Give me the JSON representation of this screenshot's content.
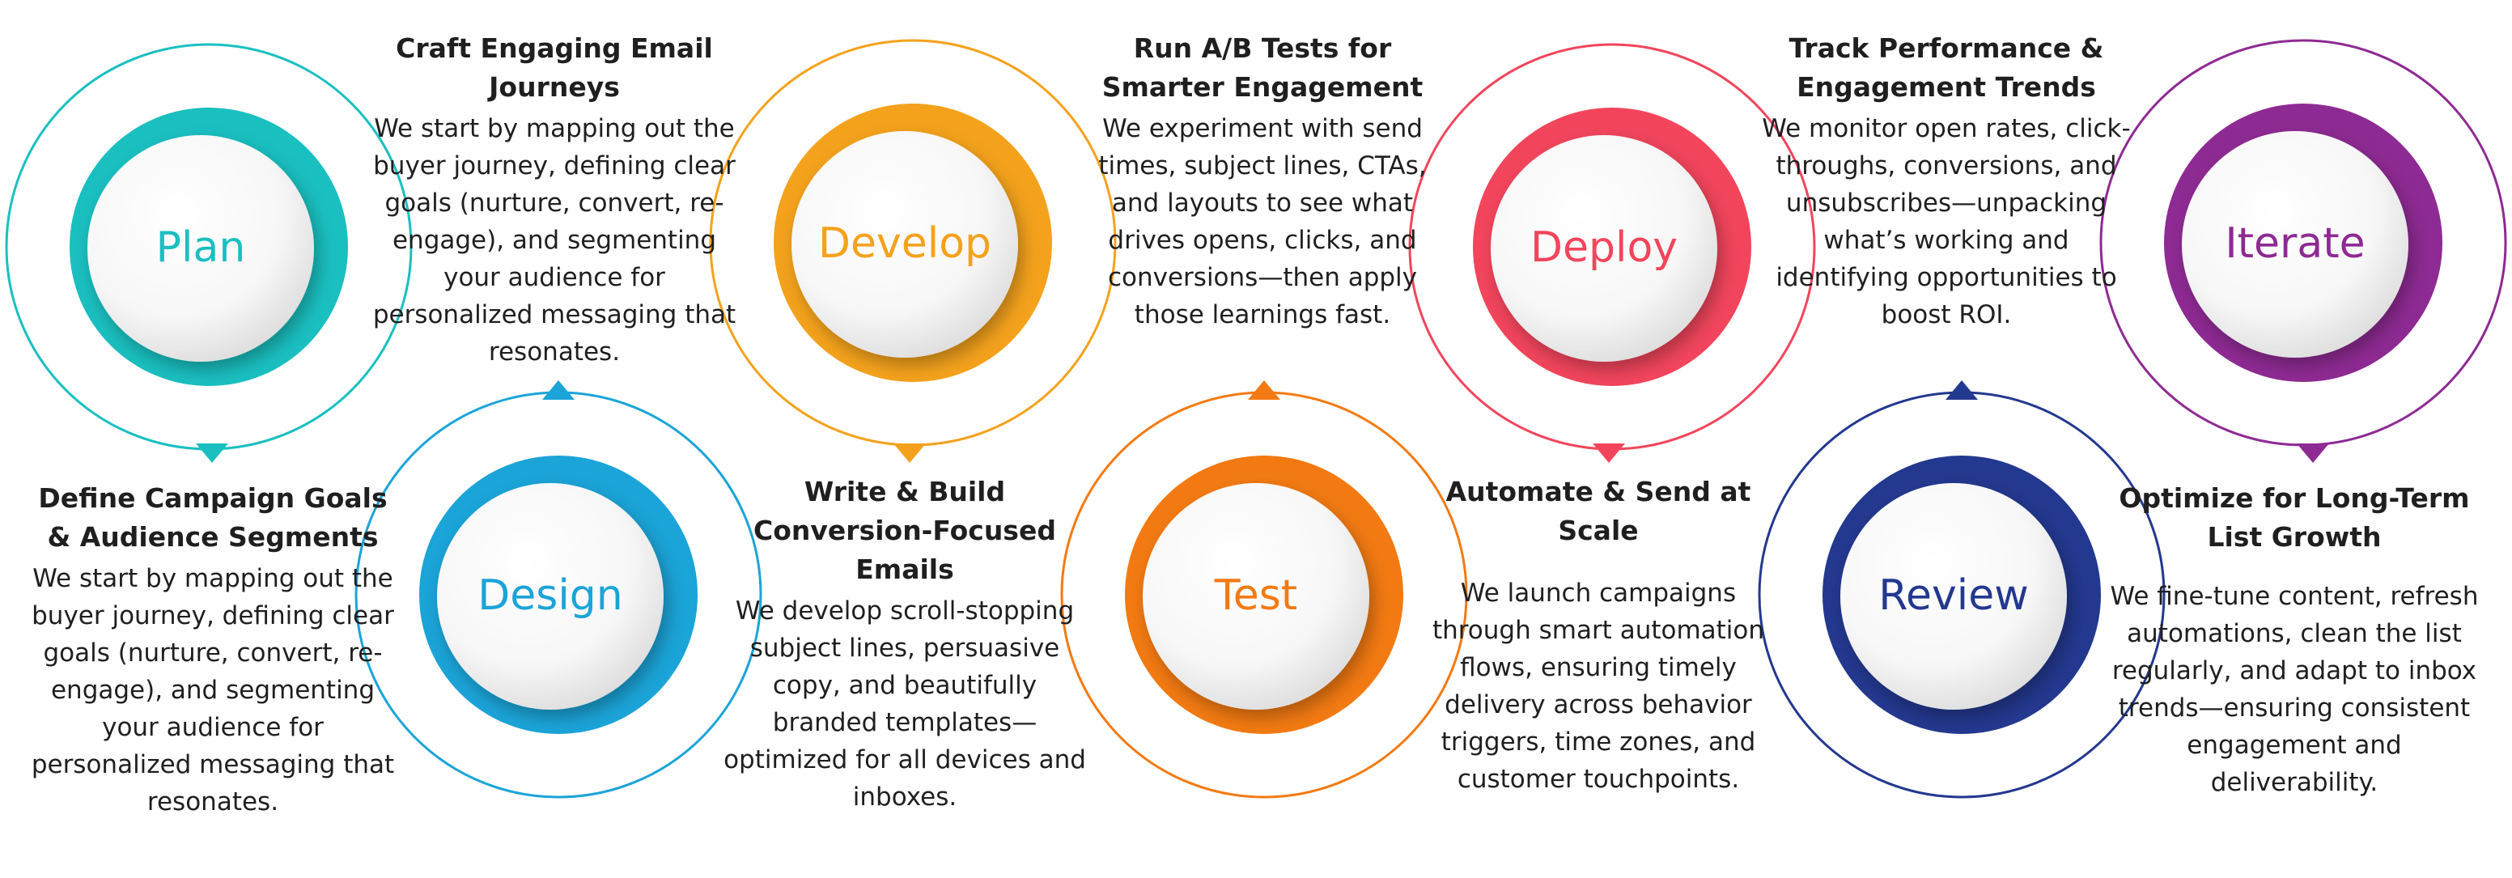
{
  "steps": [
    {
      "label": "Plan",
      "color": "#1ABFC0",
      "heading": "Define Campaign Goals & Audience Segments",
      "description": "We start by mapping out the buyer journey, defining clear goals (nurture, convert, re-engage), and segmenting your audience for personalized messaging that resonates."
    },
    {
      "label": "Design",
      "color": "#1BA4D8",
      "heading": "Craft Engaging Email Journeys",
      "description": "We start by mapping out the buyer journey, defining clear goals (nurture, convert, re-engage), and segmenting your audience for personalized messaging that resonates."
    },
    {
      "label": "Develop",
      "color": "#F4A21C",
      "heading": "Write & Build Conversion-Focused Emails",
      "description": "We develop scroll-stopping subject lines, persuasive copy, and beautifully branded templates—optimized for all devices and inboxes."
    },
    {
      "label": "Test",
      "color": "#F37A12",
      "heading": "Run A/B Tests for Smarter Engagement",
      "description": "We experiment with send times, subject lines, CTAs, and layouts to see what drives opens, clicks, and conversions—then apply those learnings fast."
    },
    {
      "label": "Deploy",
      "color": "#F2455C",
      "heading": "Automate & Send at Scale",
      "description": "We launch campaigns through smart automation flows, ensuring timely delivery across behavior triggers, time zones, and customer touchpoints."
    },
    {
      "label": "Review",
      "color": "#23388F",
      "heading": "Track Performance & Engagement Trends",
      "description": "We monitor open rates, click-throughs, conversions, and unsubscribes—unpacking what’s working and identifying opportunities to boost ROI."
    },
    {
      "label": "Iterate",
      "color": "#8E2A93",
      "heading": "Optimize for Long-Term List Growth",
      "description": "We fine-tune content, refresh automations, clean the list regularly, and adapt to inbox trends—ensuring consistent engagement and deliverability."
    }
  ]
}
